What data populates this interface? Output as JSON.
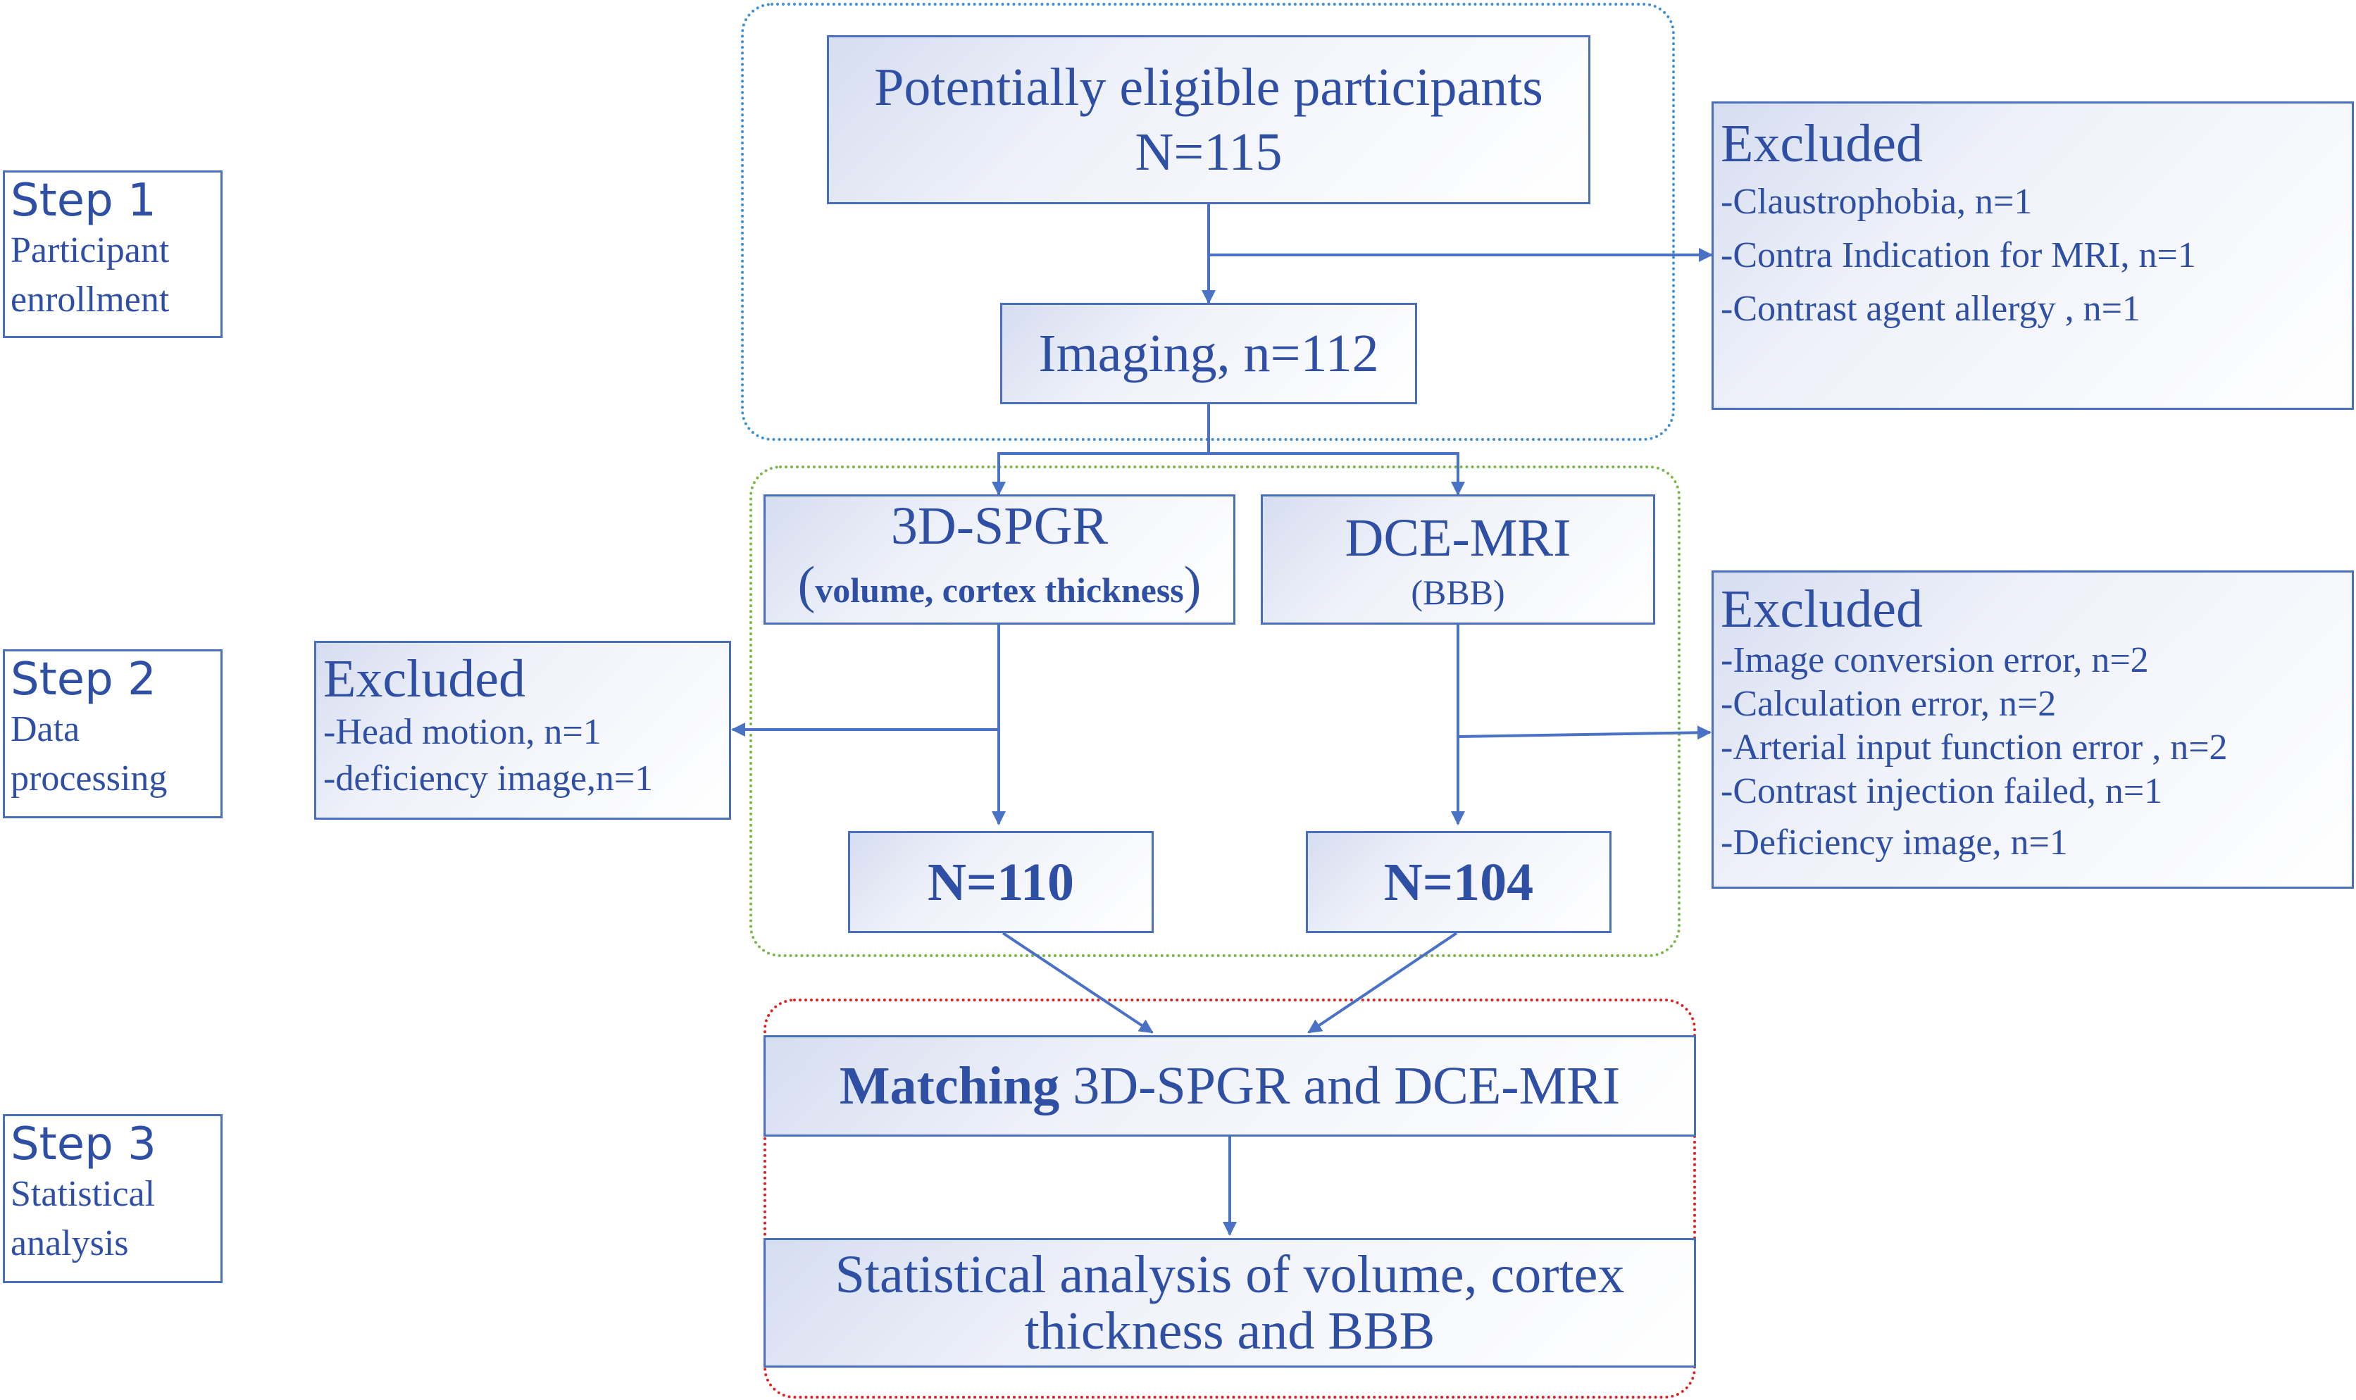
{
  "steps": [
    {
      "title": "Step 1",
      "lines": [
        "Participant",
        "enrollment"
      ]
    },
    {
      "title": "Step 2",
      "lines": [
        "Data",
        "processing"
      ]
    },
    {
      "title": "Step 3",
      "lines": [
        "Statistical",
        "analysis"
      ]
    }
  ],
  "flow": {
    "eligible": {
      "line1": "Potentially eligible participants",
      "line2": "N=115"
    },
    "imaging": "Imaging, n=112",
    "spgr": {
      "title": "3D-SPGR",
      "open": "(",
      "detail": "volume, cortex thickness",
      "close": ")"
    },
    "dce": {
      "title": "DCE-MRI",
      "detail": "(BBB)"
    },
    "n_spgr": "N=110",
    "n_dce": "N=104",
    "matching": {
      "bold": "Matching",
      "rest": " 3D-SPGR and DCE-MRI"
    },
    "analysis": {
      "line1": "Statistical analysis of volume, cortex",
      "line2": "thickness and BBB"
    }
  },
  "excluded_enrollment": {
    "title": "Excluded",
    "items": [
      "-Claustrophobia, n=1",
      "-Contra Indication for MRI, n=1",
      "-Contrast agent allergy , n=1"
    ]
  },
  "excluded_spgr": {
    "title": "Excluded",
    "items": [
      "-Head motion, n=1",
      "-deficiency image,n=1"
    ]
  },
  "excluded_dce": {
    "title": "Excluded",
    "items": [
      "-Image conversion error, n=2",
      "-Calculation error, n=2",
      "-Arterial input function error , n=2",
      "-Contrast injection failed, n=1",
      "-Deficiency image, n=1"
    ]
  },
  "colors": {
    "text": "#2e4fa3",
    "border": "#4a6fbd",
    "arrow": "#4a72c4",
    "region_step1": "#3e8fd0",
    "region_step2": "#7ab648",
    "region_step3": "#e02020"
  }
}
